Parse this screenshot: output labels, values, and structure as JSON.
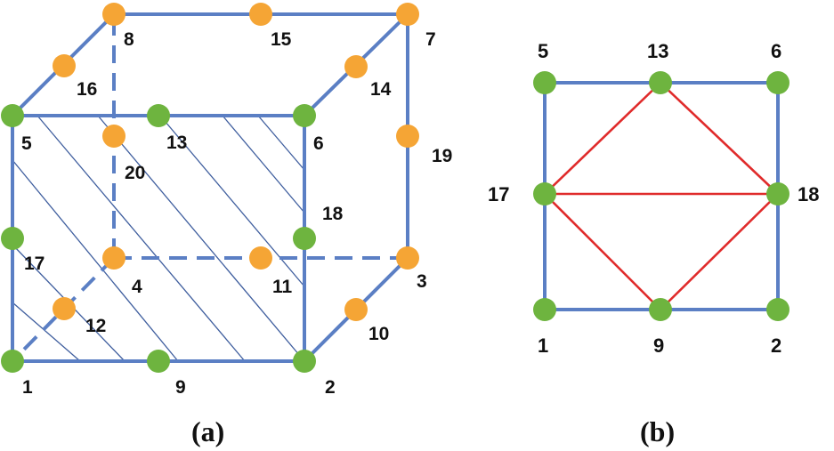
{
  "panel_a": {
    "caption": "(a)",
    "labels": {
      "n1": "1",
      "n2": "2",
      "n3": "3",
      "n4": "4",
      "n5": "5",
      "n6": "6",
      "n7": "7",
      "n8": "8",
      "n9": "9",
      "n10": "10",
      "n11": "11",
      "n12": "12",
      "n13": "13",
      "n14": "14",
      "n15": "15",
      "n16": "16",
      "n17": "17",
      "n18": "18",
      "n19": "19",
      "n20": "20"
    }
  },
  "panel_b": {
    "caption": "(b)",
    "labels": {
      "n1": "1",
      "n2": "2",
      "n5": "5",
      "n6": "6",
      "n9": "9",
      "n13": "13",
      "n17": "17",
      "n18": "18"
    }
  },
  "colors": {
    "edge": "#5B7FC4",
    "corner_node": "#6EB43F",
    "midside_node": "#F5A535",
    "triangulation": "#E02B2B"
  }
}
